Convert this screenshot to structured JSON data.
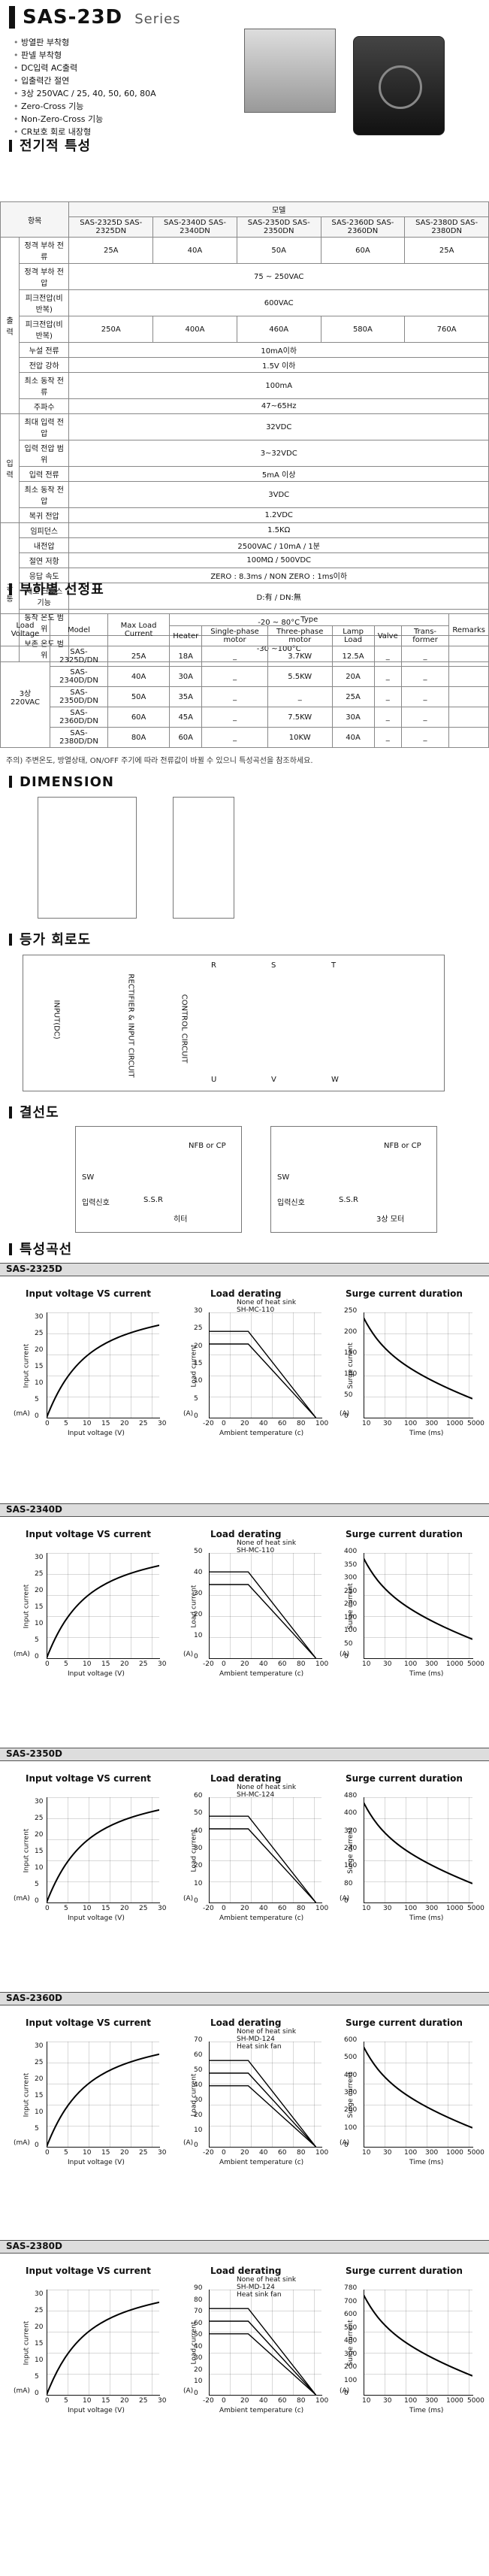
{
  "header": {
    "title": "SAS-23D",
    "series": "Series",
    "features": [
      "방열판 부착형",
      "판넬 부착형",
      "DC입력 AC출력",
      "입출력간 절연",
      "3상 250VAC / 25, 40, 50, 60, 80A",
      "Zero-Cross 기능",
      "Non-Zero-Cross 기능",
      "CR보호 회로 내장형"
    ]
  },
  "sections": {
    "spec": "전기적 특성",
    "load": "부하별 선정표",
    "dimension": "DIMENSION",
    "circuit": "등가 회로도",
    "wiring": "결선도",
    "curves": "특성곡선"
  },
  "spec_table": {
    "header_row": [
      "항목",
      "모델"
    ],
    "models": [
      "SAS-2325D\nSAS-2325DN",
      "SAS-2340D\nSAS-2340DN",
      "SAS-2350D\nSAS-2350DN",
      "SAS-2360D\nSAS-2360DN",
      "SAS-2380D\nSAS-2380DN"
    ],
    "groups": [
      {
        "name": "출력",
        "rows": [
          {
            "label": "정격 부하 전류",
            "values": [
              "25A",
              "40A",
              "50A",
              "60A",
              "25A"
            ]
          },
          {
            "label": "정격 부하 전압",
            "values": [
              "75 ~ 250VAC"
            ]
          },
          {
            "label": "피크전압(비반복)",
            "values": [
              "600VAC"
            ]
          },
          {
            "label": "피크전압(비반복)",
            "values": [
              "250A",
              "400A",
              "460A",
              "580A",
              "760A"
            ]
          },
          {
            "label": "누설 전류",
            "values": [
              "10mA이하"
            ]
          },
          {
            "label": "전압 강하",
            "values": [
              "1.5V 이하"
            ]
          },
          {
            "label": "최소 동작 전류",
            "values": [
              "100mA"
            ]
          },
          {
            "label": "주파수",
            "values": [
              "47~65Hz"
            ]
          }
        ]
      },
      {
        "name": "입력",
        "rows": [
          {
            "label": "최대 입력 전압",
            "values": [
              "32VDC"
            ]
          },
          {
            "label": "입력 전압 범위",
            "values": [
              "3~32VDC"
            ]
          },
          {
            "label": "입력 전류",
            "values": [
              "5mA 이상"
            ]
          },
          {
            "label": "최소 동작 전압",
            "values": [
              "3VDC"
            ]
          },
          {
            "label": "복귀 전압",
            "values": [
              "1.2VDC"
            ]
          }
        ]
      },
      {
        "name": "공통",
        "rows": [
          {
            "label": "임피던스",
            "values": [
              "1.5KΩ"
            ]
          },
          {
            "label": "내전압",
            "values": [
              "2500VAC / 10mA / 1분"
            ]
          },
          {
            "label": "절연 저항",
            "values": [
              "100MΩ / 500VDC"
            ]
          },
          {
            "label": "응답 속도",
            "values": [
              "ZERO : 8.3ms / NON ZERO : 1ms이하"
            ]
          },
          {
            "label": "제로 크로스 기능",
            "values": [
              "D:有 / DN:無"
            ]
          },
          {
            "label": "동작 온도 범위",
            "values": [
              "-20 ~ 80°C"
            ]
          },
          {
            "label": "보존 온도 범위",
            "values": [
              "-30 ~100°C"
            ]
          }
        ]
      }
    ]
  },
  "load_table": {
    "headers": [
      "Load Voltage",
      "Model",
      "Max Load Current",
      "Heater",
      "Single-phase motor",
      "Three-phase motor",
      "Lamp Load",
      "Valve",
      "Trans-former",
      "Remarks"
    ],
    "voltage": "3상\n220VAC",
    "rows": [
      [
        "SAS-2325D/DN",
        "25A",
        "18A",
        "_",
        "3.7KW",
        "12.5A",
        "_",
        "_"
      ],
      [
        "SAS-2340D/DN",
        "40A",
        "30A",
        "_",
        "5.5KW",
        "20A",
        "_",
        "_"
      ],
      [
        "SAS-2350D/DN",
        "50A",
        "35A",
        "_",
        "_",
        "25A",
        "_",
        "_"
      ],
      [
        "SAS-2360D/DN",
        "60A",
        "45A",
        "_",
        "7.5KW",
        "30A",
        "_",
        "_"
      ],
      [
        "SAS-2380D/DN",
        "80A",
        "60A",
        "_",
        "10KW",
        "40A",
        "_",
        "_"
      ]
    ]
  },
  "note": "주의) 주변온도, 방열상태, ON/OFF 주기에 따라 전류값이 바뀔 수 있으니 특성곡선을 참조하세요.",
  "circuit": {
    "input": "INPUT(DC)",
    "rectifier": "RECTIFIER & INPUT CIRCUIT",
    "control": "CONTROL CIRCUIT",
    "terminals": [
      "R",
      "S",
      "T",
      "U",
      "V",
      "W"
    ]
  },
  "wiring": {
    "sw": "SW",
    "input_signal": "입력신호",
    "ssr": "S.S.R",
    "nfb": "NFB or CP",
    "heater": "히터",
    "motor": "3상 모터"
  },
  "curves": [
    {
      "model": "SAS-2325D",
      "iv_y": "Input current",
      "iv_y_unit": "(mA)",
      "iv_x": "Input voltage (V)",
      "iv_y_ticks": [
        0,
        5,
        10,
        15,
        20,
        25,
        30
      ],
      "iv_x_ticks": [
        0,
        5,
        10,
        15,
        20,
        25,
        30
      ],
      "load_title": "Load derating",
      "load_legend": [
        "None of heat sink",
        "SH-MC-110"
      ],
      "load_y": "Load current",
      "load_y_unit": "(A)",
      "load_x": "Ambient temperature (c)",
      "load_y_ticks": [
        0,
        5,
        10,
        15,
        20,
        25,
        30
      ],
      "load_x_ticks": [
        -20,
        0,
        20,
        40,
        60,
        80,
        100
      ],
      "surge_title": "Surge current duration",
      "surge_y": "Surge current",
      "surge_y_unit": "(A)",
      "surge_x": "Time (ms)",
      "surge_y_ticks": [
        0,
        50,
        100,
        150,
        200,
        250
      ],
      "surge_x_ticks": [
        10,
        30,
        100,
        300,
        1000,
        5000
      ]
    },
    {
      "model": "SAS-2340D",
      "iv_y": "Input current",
      "iv_y_unit": "(mA)",
      "iv_x": "Input voltage (V)",
      "iv_y_ticks": [
        0,
        5,
        10,
        15,
        20,
        25,
        30
      ],
      "iv_x_ticks": [
        0,
        5,
        10,
        15,
        20,
        25,
        30
      ],
      "load_title": "Load derating",
      "load_legend": [
        "None of heat sink",
        "SH-MC-110"
      ],
      "load_y": "Load current",
      "load_y_unit": "(A)",
      "load_x": "Ambient temperature (c)",
      "load_y_ticks": [
        0,
        10,
        20,
        30,
        40,
        50
      ],
      "load_x_ticks": [
        -20,
        0,
        20,
        40,
        60,
        80,
        100
      ],
      "surge_title": "Surge current duration",
      "surge_y": "Surge current",
      "surge_y_unit": "(A)",
      "surge_x": "Time (ms)",
      "surge_y_ticks": [
        0,
        50,
        100,
        150,
        200,
        250,
        300,
        350,
        400
      ],
      "surge_x_ticks": [
        10,
        30,
        100,
        300,
        1000,
        5000
      ]
    },
    {
      "model": "SAS-2350D",
      "iv_y": "Input current",
      "iv_y_unit": "(mA)",
      "iv_x": "Input voltage (V)",
      "iv_y_ticks": [
        0,
        5,
        10,
        15,
        20,
        25,
        30
      ],
      "iv_x_ticks": [
        0,
        5,
        10,
        15,
        20,
        25,
        30
      ],
      "load_title": "Load derating",
      "load_legend": [
        "None of heat sink",
        "SH-MC-124"
      ],
      "load_y": "Load current",
      "load_y_unit": "(A)",
      "load_x": "Ambient temperature (c)",
      "load_y_ticks": [
        0,
        10,
        20,
        30,
        40,
        50,
        60
      ],
      "load_x_ticks": [
        -20,
        0,
        20,
        40,
        60,
        80,
        100
      ],
      "surge_title": "Surge current duration",
      "surge_y": "Surge current",
      "surge_y_unit": "(A)",
      "surge_x": "Time (ms)",
      "surge_y_ticks": [
        0,
        80,
        160,
        240,
        320,
        400,
        480
      ],
      "surge_x_ticks": [
        10,
        30,
        100,
        300,
        1000,
        5000
      ]
    },
    {
      "model": "SAS-2360D",
      "iv_y": "Input current",
      "iv_y_unit": "(mA)",
      "iv_x": "Input voltage (V)",
      "iv_y_ticks": [
        0,
        5,
        10,
        15,
        20,
        25,
        30
      ],
      "iv_x_ticks": [
        0,
        5,
        10,
        15,
        20,
        25,
        30
      ],
      "load_title": "Load derating",
      "load_legend": [
        "None of heat sink",
        "SH-MD-124",
        "Heat sink fan"
      ],
      "load_y": "Load current",
      "load_y_unit": "(A)",
      "load_x": "Ambient temperature (c)",
      "load_y_ticks": [
        0,
        10,
        20,
        30,
        40,
        50,
        60,
        70
      ],
      "load_x_ticks": [
        -20,
        0,
        20,
        40,
        60,
        80,
        100
      ],
      "surge_title": "Surge current duration",
      "surge_y": "Surge current",
      "surge_y_unit": "(A)",
      "surge_x": "Time (ms)",
      "surge_y_ticks": [
        0,
        100,
        200,
        300,
        400,
        500,
        600
      ],
      "surge_x_ticks": [
        10,
        30,
        100,
        300,
        1000,
        5000
      ]
    },
    {
      "model": "SAS-2380D",
      "iv_y": "Input current",
      "iv_y_unit": "(mA)",
      "iv_x": "Input voltage (V)",
      "iv_y_ticks": [
        0,
        5,
        10,
        15,
        20,
        25,
        30
      ],
      "iv_x_ticks": [
        0,
        5,
        10,
        15,
        20,
        25,
        30
      ],
      "load_title": "Load derating",
      "load_legend": [
        "None of heat sink",
        "SH-MD-124",
        "Heat sink fan"
      ],
      "load_y": "Load current",
      "load_y_unit": "(A)",
      "load_x": "Ambient temperature (c)",
      "load_y_ticks": [
        0,
        10,
        20,
        30,
        40,
        50,
        60,
        70,
        80,
        90
      ],
      "load_x_ticks": [
        -20,
        0,
        20,
        40,
        60,
        80,
        100
      ],
      "surge_title": "Surge current duration",
      "surge_y": "Surge current",
      "surge_y_unit": "(A)",
      "surge_x": "Time (ms)",
      "surge_y_ticks": [
        0,
        100,
        200,
        300,
        400,
        500,
        600,
        700,
        780
      ],
      "surge_x_ticks": [
        10,
        30,
        100,
        300,
        1000,
        5000
      ]
    }
  ]
}
